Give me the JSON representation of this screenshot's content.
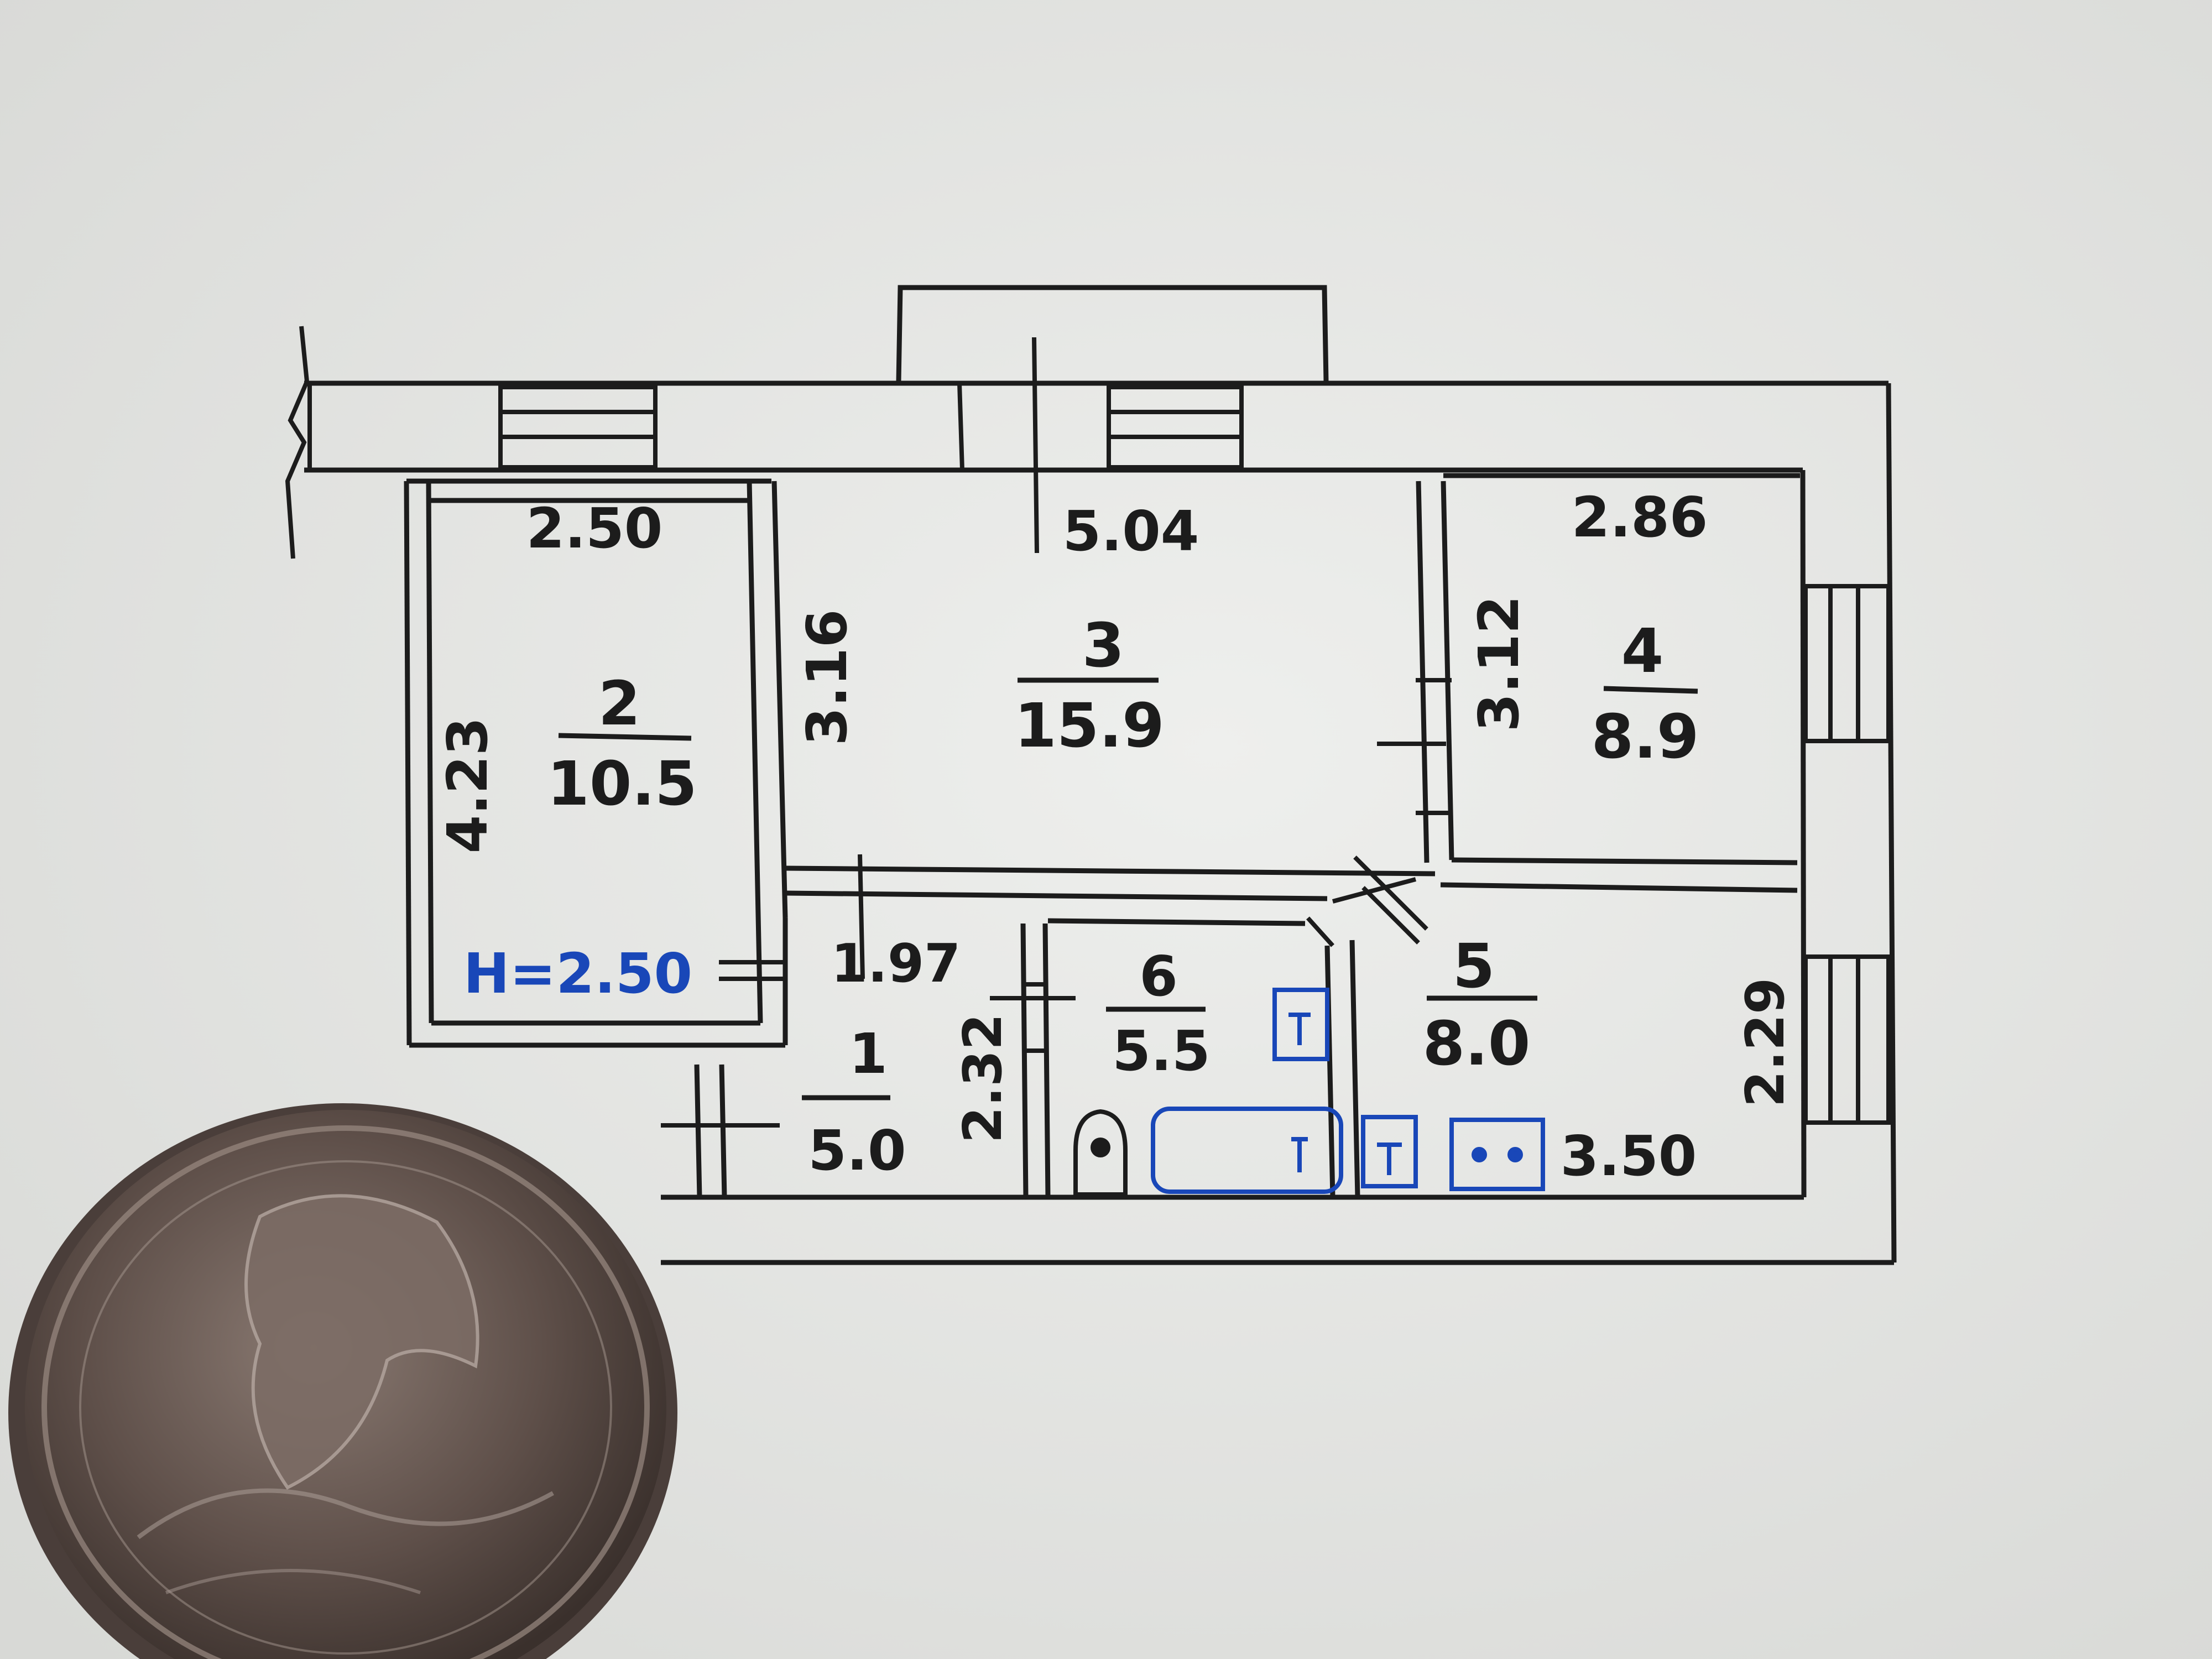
{
  "colors": {
    "paper": "#e9eae8",
    "ink": "#1c1c1c",
    "blue_ink": "#1947b8",
    "coin": "#6a5a52"
  },
  "plan": {
    "rooms": [
      {
        "number": "1",
        "area": "5.0"
      },
      {
        "number": "2",
        "area": "10.5"
      },
      {
        "number": "3",
        "area": "15.9"
      },
      {
        "number": "4",
        "area": "8.9"
      },
      {
        "number": "5",
        "area": "8.0"
      },
      {
        "number": "6",
        "area": "5.5"
      }
    ],
    "dimensions": {
      "room2_width": "2.50",
      "room2_length": "4.23",
      "room3_width": "5.04",
      "room3_depth": "3.16",
      "room4_width": "2.86",
      "room4_depth": "3.12",
      "hall_width": "1.97",
      "bath_depth": "2.32",
      "kitchen_depth": "2.29",
      "kitchen_width": "3.50"
    },
    "ceiling_height": "H=2.50"
  },
  "icons": {
    "coin": "quarter-coin-icon",
    "toilet": "toilet-icon",
    "bathtub": "bathtub-icon",
    "sink": "sink-icon",
    "stove": "stove-icon"
  }
}
